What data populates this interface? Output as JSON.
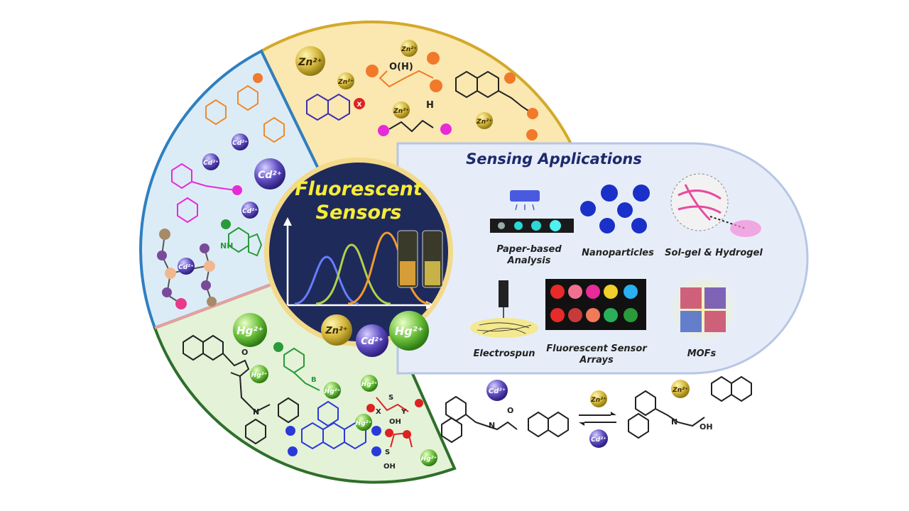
{
  "center": {
    "title_line1": "Fluorescent",
    "title_line2": "Sensors"
  },
  "sensing": {
    "title": "Sensing Applications"
  },
  "apps": [
    {
      "label": "Paper-based",
      "label2": "Analysis"
    },
    {
      "label": "Nanoparticles"
    },
    {
      "label": "Sol-gel & Hydrogel"
    },
    {
      "label": "Electrospun"
    },
    {
      "label": "Fluorescent Sensor",
      "label2": "Arrays"
    },
    {
      "label": "MOFs"
    }
  ],
  "ions": {
    "zn": "Zn²⁺",
    "cd": "Cd²⁺",
    "hg": "Hg²⁺"
  },
  "chem": {
    "o_h": "O(H)",
    "h": "H",
    "x": "X",
    "nh": "NH",
    "n": "N",
    "o": "O",
    "s": "S",
    "y": "Y",
    "oh": "OH",
    "b": "B"
  },
  "colors": {
    "zn_sector": "#fbe7b0",
    "cd_sector": "#dcecf7",
    "hg_sector": "#e4f2d8",
    "center_bg": "#1e2a5a",
    "title_yellow": "#f7ec3a"
  }
}
